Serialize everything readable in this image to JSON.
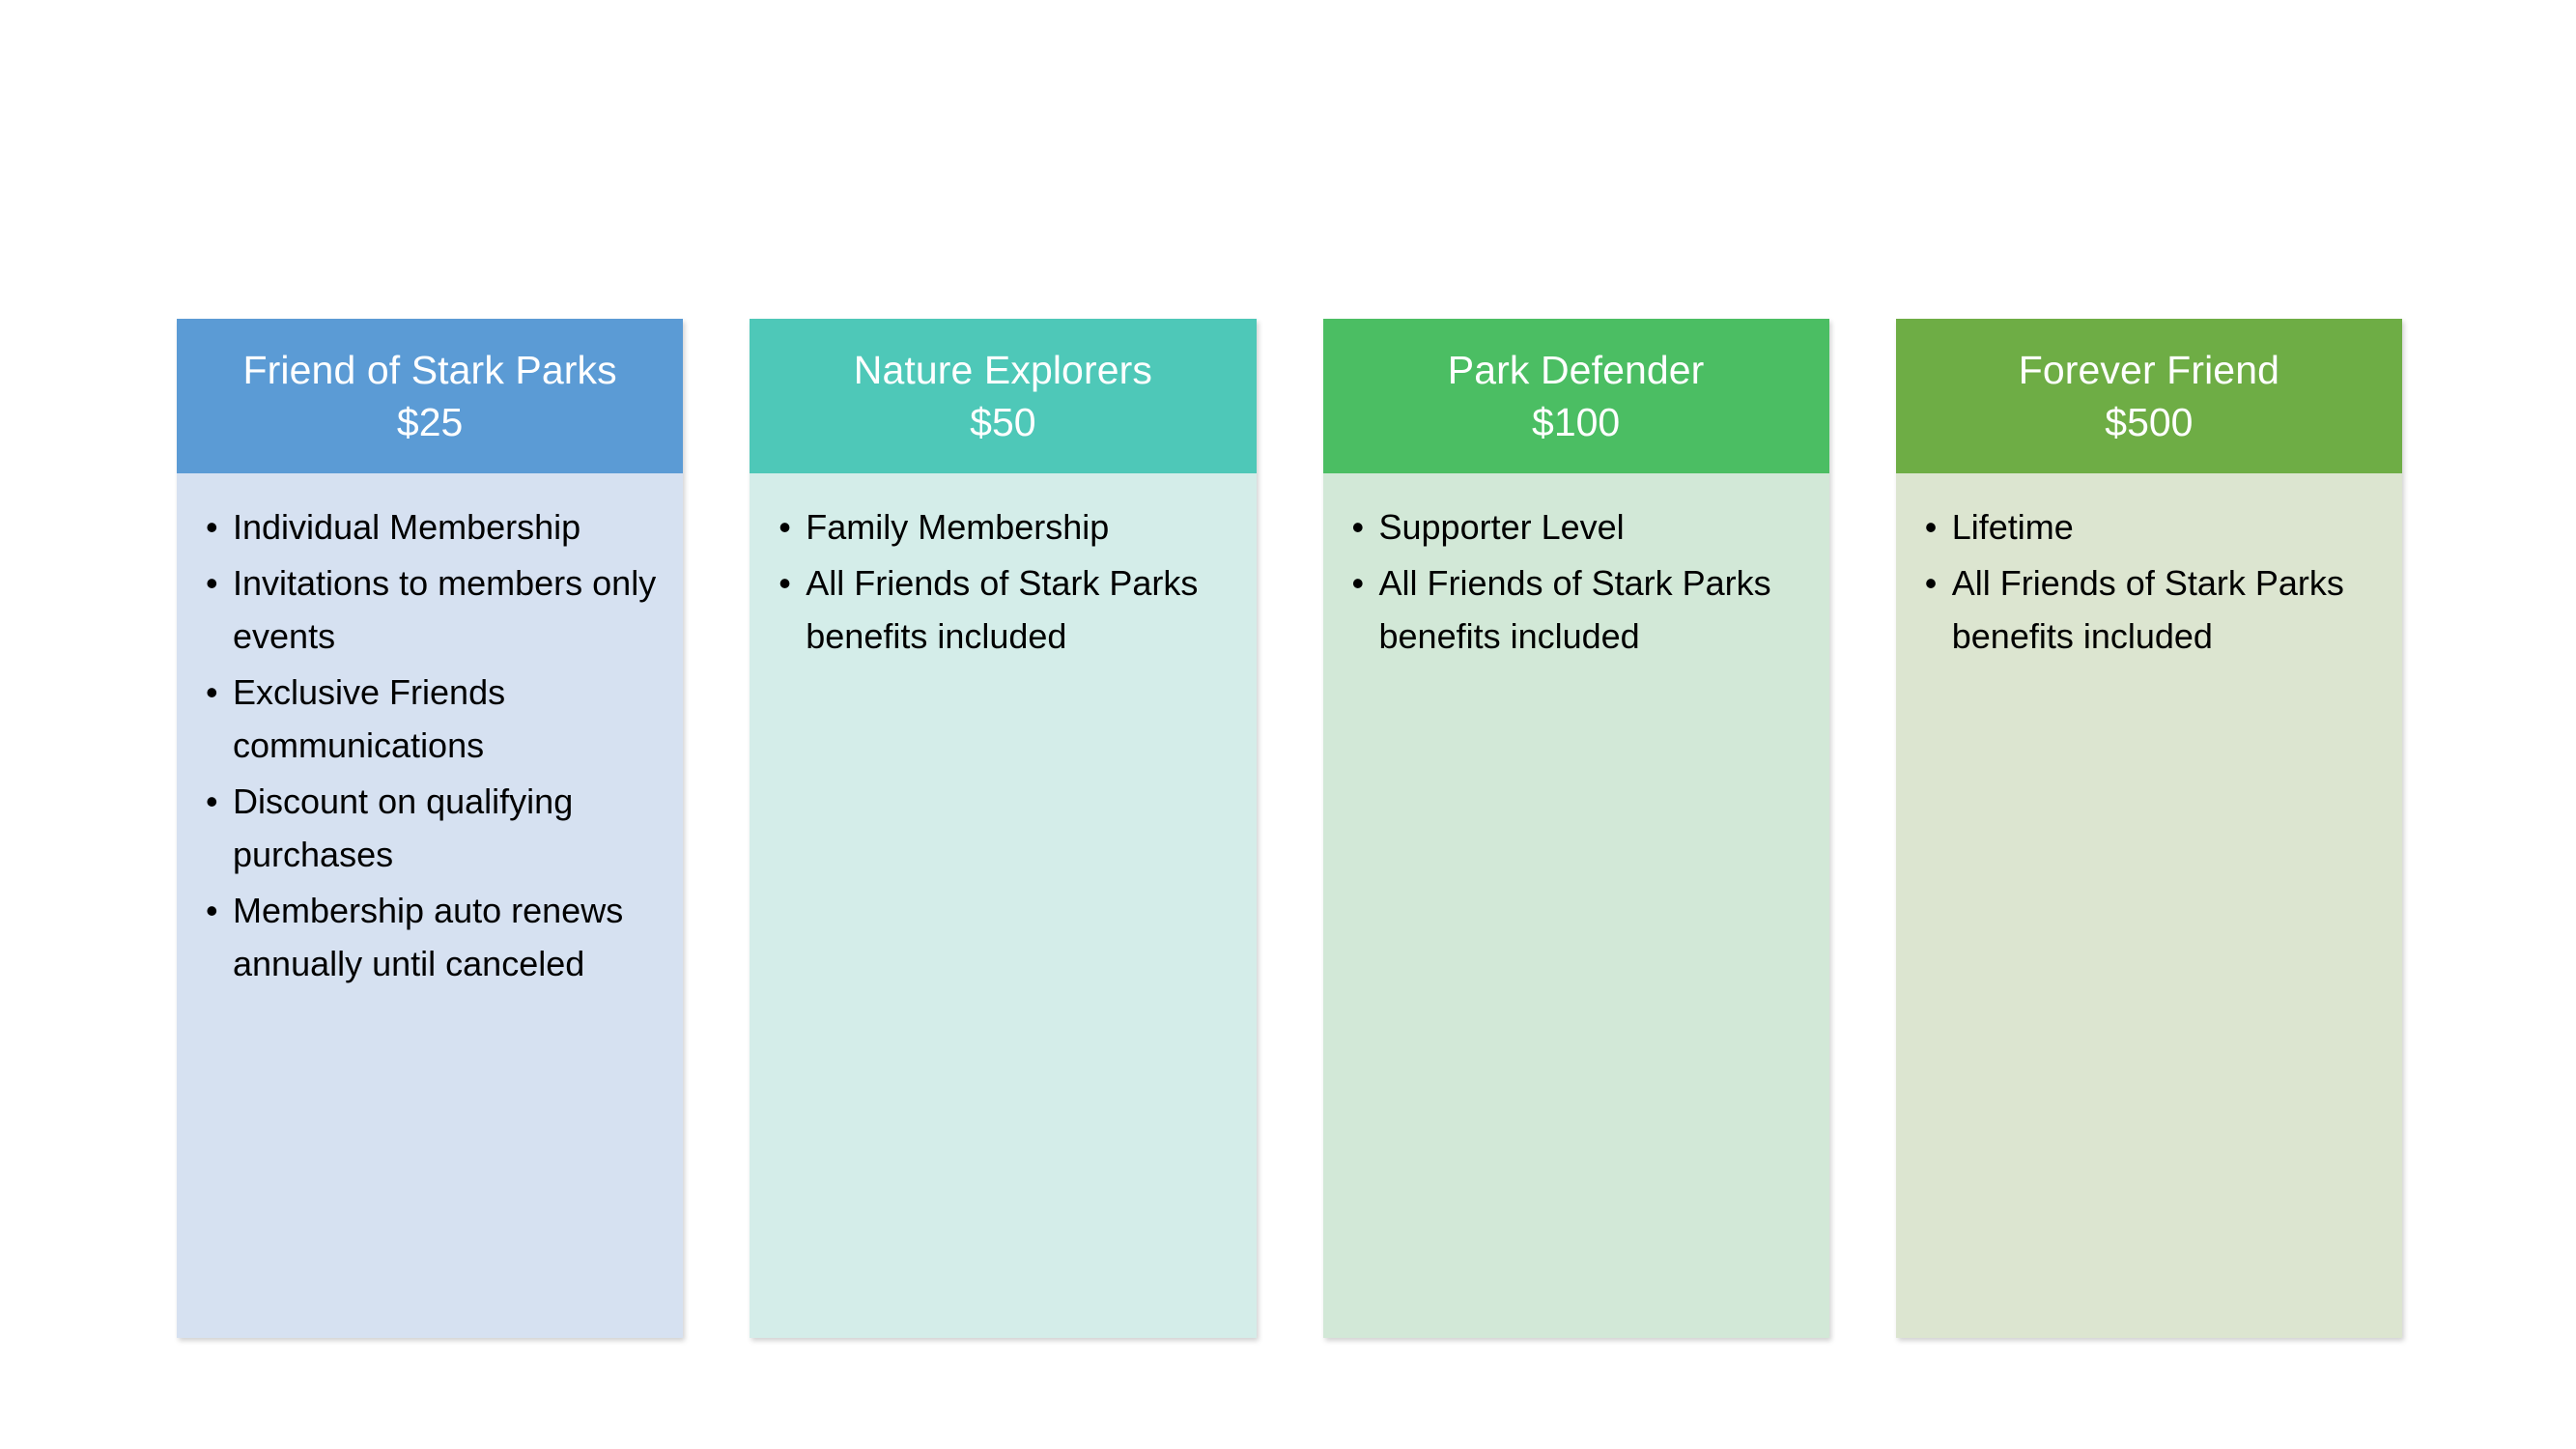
{
  "slide": {
    "background_color": "#FFFFFF",
    "layout": "four-column-membership-tiers"
  },
  "cards": [
    {
      "title": "Friend of Stark Parks",
      "price": "$25",
      "header_color": "#5B9BD5",
      "body_color": "#D6E1F1",
      "bullet_glyph": "•",
      "benefits": [
        "Individual Membership",
        "Invitations to members only events",
        "Exclusive Friends communications",
        "Discount on qualifying purchases",
        "Membership auto renews annually until canceled"
      ]
    },
    {
      "title": "Nature Explorers",
      "price": "$50",
      "header_color": "#4EC8B8",
      "body_color": "#D4EDE9",
      "bullet_glyph": "•",
      "benefits": [
        "Family Membership",
        "All Friends of Stark Parks benefits included"
      ]
    },
    {
      "title": "Park Defender",
      "price": "$100",
      "header_color": "#4BBE63",
      "body_color": "#D2E8D7",
      "bullet_glyph": "•",
      "benefits": [
        "Supporter Level",
        "All Friends of Stark Parks benefits included"
      ]
    },
    {
      "title": "Forever Friend",
      "price": "$500",
      "header_color": "#6EAD45",
      "body_color": "#DCE5D0",
      "bullet_glyph": "•",
      "benefits": [
        "Lifetime",
        "All Friends of Stark Parks benefits included"
      ]
    }
  ]
}
